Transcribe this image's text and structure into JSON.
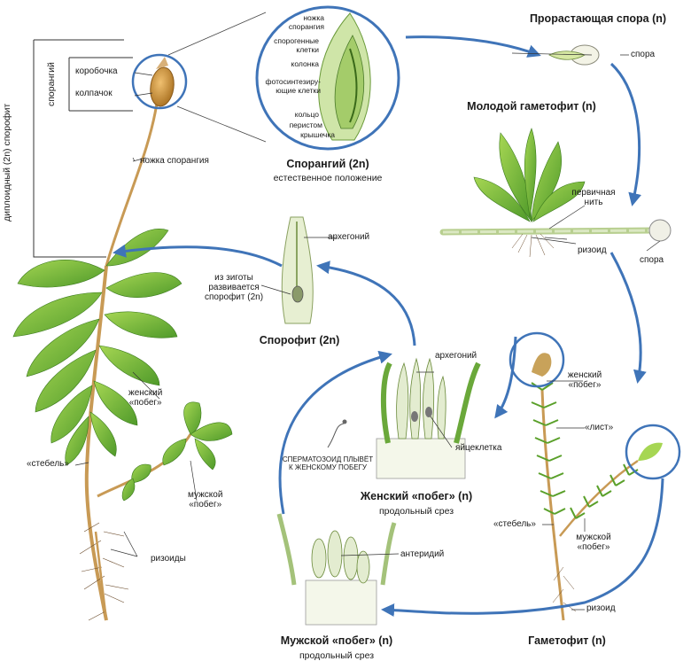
{
  "colors": {
    "arrow": "#3f74b8",
    "leaf_dark": "#4f9a2a",
    "leaf_light": "#9ccf4a",
    "stem": "#c89a55",
    "capsule": "#c9923a",
    "tissue": "#e8f0d8"
  },
  "side_labels": {
    "diploid": "диплоидный (2n) спорофит",
    "sporangium": "спорангий"
  },
  "sporophyte_plant": {
    "capsule": "коробочка",
    "cap": "колпачок",
    "stalk": "ножка спорангия",
    "female_shoot": "женский\n«побег»",
    "stem": "«стебель»",
    "male_shoot": "мужской\n«побег»",
    "rhizoids": "ризоиды"
  },
  "sporangium_detail": {
    "stalk": "ножка\nспорангия",
    "sporogenous": "спорогенные\nклетки",
    "column": "колонка",
    "photosynthetic": "фотосинтезиру-\nющие клетки",
    "ring": "кольцо",
    "peristome": "перистом",
    "lid": "крышечка",
    "title": "Спорангий (2n)",
    "subtitle": "естественное положение"
  },
  "germinating_spore": {
    "title": "Прорастающая спора (n)",
    "spore": "спора"
  },
  "young_gametophyte": {
    "title": "Молодой гаметофит (n)",
    "primary_thread": "первичная\nнить",
    "rhizoid": "ризоид",
    "spore": "спора"
  },
  "sporophyte_stage": {
    "archegonium": "архегоний",
    "from_zygote": "из зиготы\nразвивается\nспорофит (2n)",
    "title": "Спорофит (2n)"
  },
  "female_shoot_section": {
    "archegonium": "архегоний",
    "sperm_note": "СПЕРМАТОЗОИД ПЛЫВЁТ\nК ЖЕНСКОМУ ПОБЕГУ",
    "egg": "яйцеклетка",
    "title": "Женский «побег» (n)",
    "subtitle": "продольный срез"
  },
  "gametophyte": {
    "female_shoot": "женский\n«побег»",
    "leaf": "«лист»",
    "stem": "«стебель»",
    "male_shoot": "мужской\n«побег»",
    "rhizoid": "ризоид",
    "title": "Гаметофит (n)"
  },
  "male_shoot_section": {
    "antheridium": "антеридий",
    "title": "Мужской «побег» (n)",
    "subtitle": "продольный срез"
  }
}
